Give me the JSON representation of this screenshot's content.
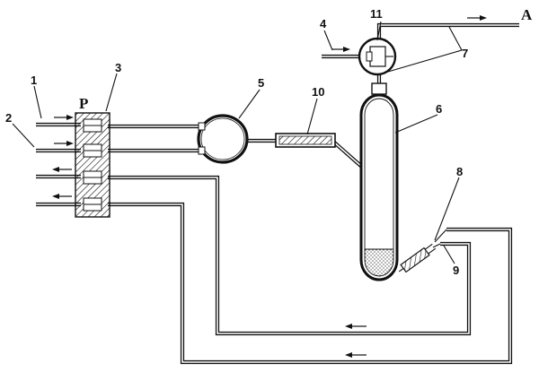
{
  "labels": {
    "n1": "1",
    "n2": "2",
    "n3": "3",
    "n4": "4",
    "n5": "5",
    "n6": "6",
    "n7": "7",
    "n8": "8",
    "n9": "9",
    "n10": "10",
    "n11": "11",
    "P": "P",
    "A": "A"
  }
}
